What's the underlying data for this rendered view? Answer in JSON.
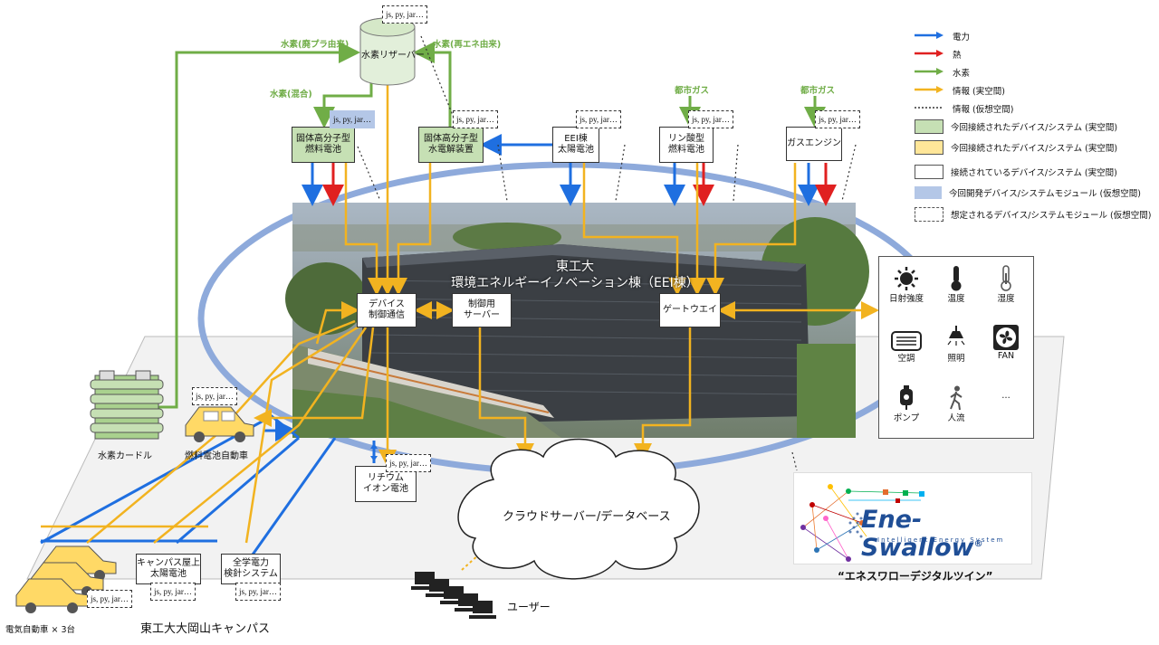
{
  "colors": {
    "power": "#1f6fe0",
    "heat": "#e02020",
    "hydrogen": "#70ad47",
    "info_real": "#f2b320",
    "info_virtual": "#333333",
    "green_box": "#c6e0b4",
    "yellow_box": "#ffe699",
    "blue_module": "#b4c7e7",
    "ellipse": "#8eaadb",
    "plane": "#f2f2f2"
  },
  "legend": {
    "items": [
      {
        "label": "電力",
        "kind": "arrow",
        "color": "#1f6fe0"
      },
      {
        "label": "熱",
        "kind": "arrow",
        "color": "#e02020"
      },
      {
        "label": "水素",
        "kind": "arrow",
        "color": "#70ad47"
      },
      {
        "label": "情報 (実空間)",
        "kind": "arrow",
        "color": "#f2b320"
      },
      {
        "label": "情報 (仮想空間)",
        "kind": "dotted",
        "color": "#333333"
      },
      {
        "label": "今回接続されたデバイス/システム (実空間)",
        "kind": "box",
        "color": "#c6e0b4"
      },
      {
        "label": "今回接続されたデバイス/システム (実空間)",
        "kind": "box",
        "color": "#ffe699"
      },
      {
        "label": "接続されているデバイス/システム (実空間)",
        "kind": "box",
        "color": "#ffffff"
      },
      {
        "label": "今回開発デバイス/システムモジュール (仮想空間)",
        "kind": "module-blue",
        "color": "#b4c7e7"
      },
      {
        "label": "想定されるデバイス/システムモジュール (仮想空間)",
        "kind": "module-dashed",
        "color": "#ffffff"
      }
    ]
  },
  "module_text": "js, py, jar…",
  "hydrogen_reserver": "水素リザーバー",
  "hydrogen_labels": {
    "waste_plastic": "水素(廃プラ由来)",
    "renewable": "水素(再エネ由来)",
    "mixed": "水素(混合)"
  },
  "city_gas": "都市ガス",
  "devices": {
    "pefc": [
      "固体高分子型",
      "燃料電池"
    ],
    "pem_electrolyzer": [
      "固体高分子型",
      "水電解装置"
    ],
    "eei_solar": [
      "EEI棟",
      "太陽電池"
    ],
    "pafc": [
      "リン酸型",
      "燃料電池"
    ],
    "gas_engine": [
      "ガスエンジン"
    ],
    "device_comm": [
      "デバイス",
      "制御通信"
    ],
    "control_server": [
      "制御用",
      "サーバー"
    ],
    "gateway": [
      "ゲートウエイ"
    ],
    "lithium_battery": [
      "リチウム",
      "イオン電池"
    ],
    "campus_solar": [
      "キャンパス屋上",
      "太陽電池"
    ],
    "campus_power": [
      "全学電力",
      "検針システム"
    ]
  },
  "building": {
    "line1": "東工大",
    "line2": "環境エネルギーイノベーション棟（EEI棟）"
  },
  "sensors": [
    {
      "label": "日射強度",
      "icon": "sun-icon"
    },
    {
      "label": "温度",
      "icon": "thermometer-icon"
    },
    {
      "label": "湿度",
      "icon": "hygrometer-icon"
    },
    {
      "label": "空調",
      "icon": "air-conditioner-icon"
    },
    {
      "label": "照明",
      "icon": "lamp-icon"
    },
    {
      "label": "FAN",
      "icon": "fan-icon"
    },
    {
      "label": "ポンプ",
      "icon": "pump-icon"
    },
    {
      "label": "人流",
      "icon": "walking-person-icon"
    },
    {
      "label": "…",
      "icon": ""
    }
  ],
  "hydrogen_curdle": "水素カードル",
  "fcv": "燃料電池自動車",
  "ev": "電気自動車 × 3台",
  "campus": "東工大大岡山キャンパス",
  "cloud": "クラウドサーバー/データベース",
  "users": "ユーザー",
  "brand": {
    "logo": "Ene-Swallow",
    "registered": "®",
    "tagline": "Intelligent Energy System",
    "caption": "“エネスワローデジタルツイン”"
  }
}
